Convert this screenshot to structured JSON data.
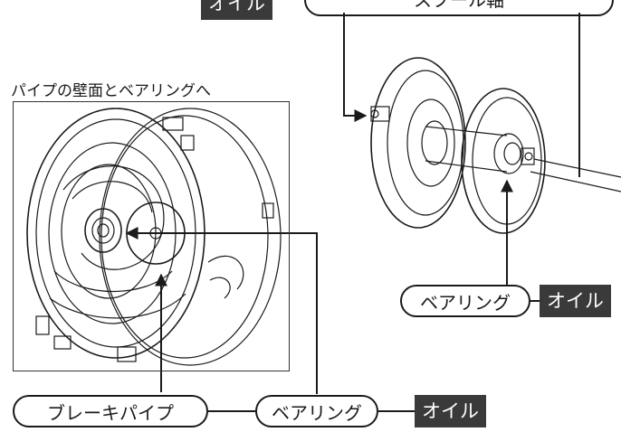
{
  "top": {
    "oil_tag": "オイル",
    "spool_axis_label": "スプール軸"
  },
  "left_panel": {
    "caption": "パイプの壁面とベアリングへ"
  },
  "right_callout": {
    "bearing_label": "ベアリング",
    "oil_tag": "オイル"
  },
  "bottom_callouts": {
    "brake_pipe_label": "ブレーキパイプ",
    "bearing_label": "ベアリング",
    "oil_tag": "オイル"
  },
  "colors": {
    "line": "#1a1a1a",
    "tag_bg": "#3a3a3a",
    "tag_text": "#ffffff"
  }
}
